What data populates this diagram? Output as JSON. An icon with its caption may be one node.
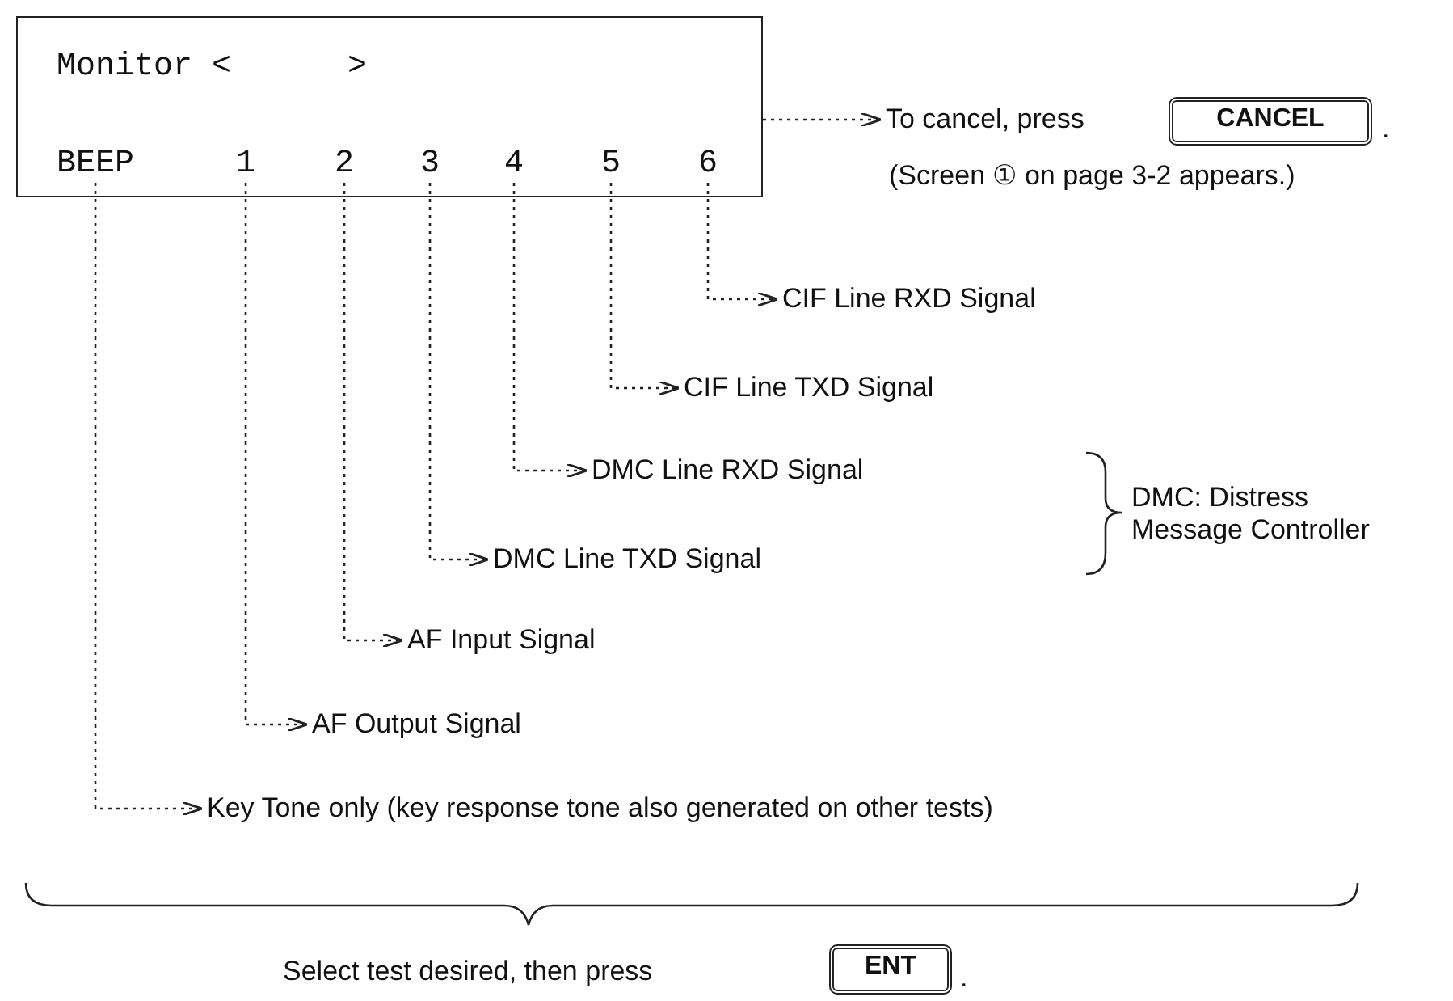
{
  "diagram": {
    "nodes": [
      {
        "text": [
          "Monitor <      >"
        ]
      },
      {
        "text": [
          "BEEP"
        ],
        "in": 0
      },
      {
        "text": [
          "1"
        ],
        "in": 0
      },
      {
        "text": [
          "2"
        ],
        "in": 0
      },
      {
        "text": [
          "3"
        ],
        "in": 0
      },
      {
        "text": [
          "4"
        ],
        "in": 0
      },
      {
        "text": [
          "5"
        ],
        "in": 0
      },
      {
        "text": [
          "6"
        ],
        "in": 0
      },
      {
        "text": [
          "To cancel, press"
        ]
      },
      {
        "text": [
          "CANCEL"
        ]
      },
      {
        "text": [
          "CIF Line RXD Signal"
        ]
      },
      {
        "text": [
          "CIF Line TXD Signal"
        ]
      },
      {
        "text": [
          "DMC Line RXD Signal"
        ]
      },
      {
        "text": [
          "DMC Line TXD Signal"
        ]
      },
      {
        "text": [
          "AF Input Signal"
        ]
      },
      {
        "text": [
          "AF Output Signal"
        ]
      },
      {
        "text": [
          "Key Tone only (key response tone also generated on other tests)"
        ]
      },
      {
        "text": [
          "ENT"
        ]
      }
    ],
    "edges": [
      {
        "from": 0,
        "to": 8,
        "arrow": "to",
        "style": "dashed"
      },
      {
        "from": 7,
        "to": 10,
        "arrow": "to",
        "style": "dashed"
      },
      {
        "from": 6,
        "to": 11,
        "arrow": "to",
        "style": "dashed"
      },
      {
        "from": 5,
        "to": 12,
        "arrow": "to",
        "style": "dashed"
      },
      {
        "from": 4,
        "to": 13,
        "arrow": "to",
        "style": "dashed"
      },
      {
        "from": 3,
        "to": 14,
        "arrow": "to",
        "style": "dashed"
      },
      {
        "from": 2,
        "to": 15,
        "arrow": "to",
        "style": "dashed"
      },
      {
        "from": 1,
        "to": 16,
        "arrow": "to",
        "style": "dashed"
      }
    ],
    "labels": [
      ".",
      "(Screen ① on page 3-2 appears.)",
      "DMC: Distress Message Controller",
      "Select test desired, then press",
      "."
    ]
  }
}
